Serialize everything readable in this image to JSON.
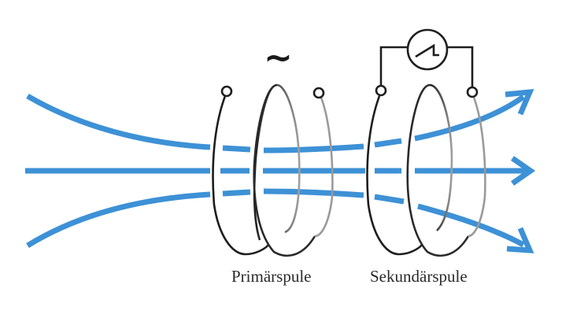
{
  "title": "Transformator – Primärspule und Sekundärspule im Magnetfeld",
  "labels": {
    "primary_coil": "Primärspule",
    "secondary_coil": "Sekundärspule",
    "ac_source_symbol": "~"
  },
  "icons": {
    "meter": "oscilloscope-meter-icon",
    "ac_source": "alternating-current-icon"
  },
  "colors": {
    "field_lines": "#3d91d6",
    "coil_dark": "#1e1e1e",
    "coil_mid": "#5a5a5a",
    "coil_light": "#9a9a9a",
    "text": "#2a2a2a",
    "background": "#ffffff"
  }
}
